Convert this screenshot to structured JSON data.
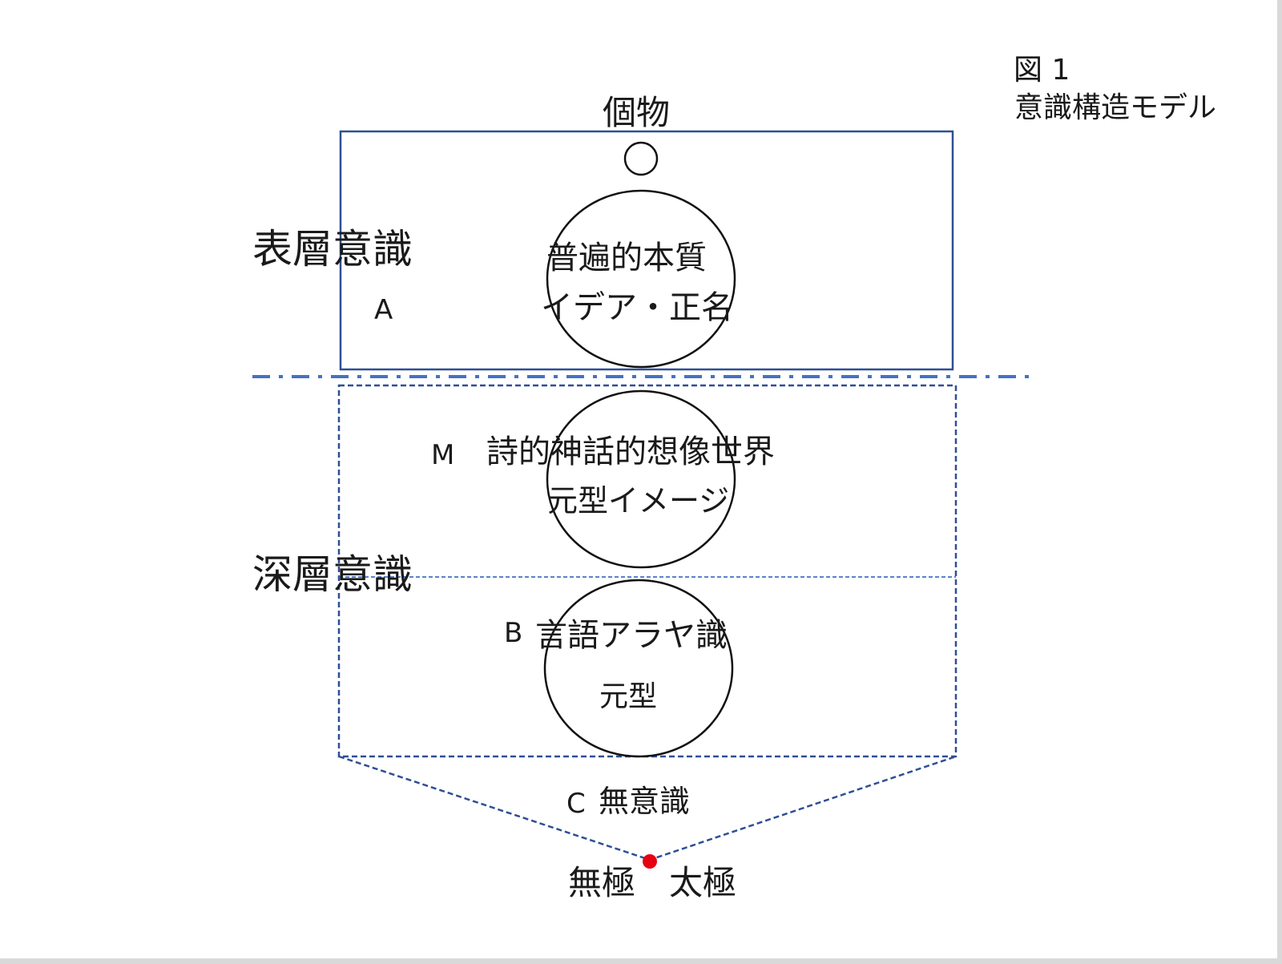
{
  "figure": {
    "number": "図 1",
    "title": "意識構造モデル"
  },
  "individual": {
    "label": "個物"
  },
  "layers": {
    "surface": {
      "name": "表層意識",
      "marker": "A"
    },
    "deep": {
      "name": "深層意識"
    }
  },
  "circles": {
    "essence": {
      "line1": "普遍的本質",
      "line2": "イデア・正名"
    },
    "mythic": {
      "marker": "M",
      "line1": "詩的神話的想像世界",
      "line2": "元型イメージ"
    },
    "alaya": {
      "marker": "B",
      "line1": "言語アラヤ識",
      "line2": "元型"
    }
  },
  "unconscious": {
    "marker": "C",
    "label": "無意識"
  },
  "apex": {
    "label": "無極　太極"
  },
  "colors": {
    "surface_box": "#2f4f95",
    "boundary_line": "#4472c4",
    "deep_box": "#2f4f95",
    "apex_dot": "#e60012",
    "circle_stroke": "#111111"
  }
}
